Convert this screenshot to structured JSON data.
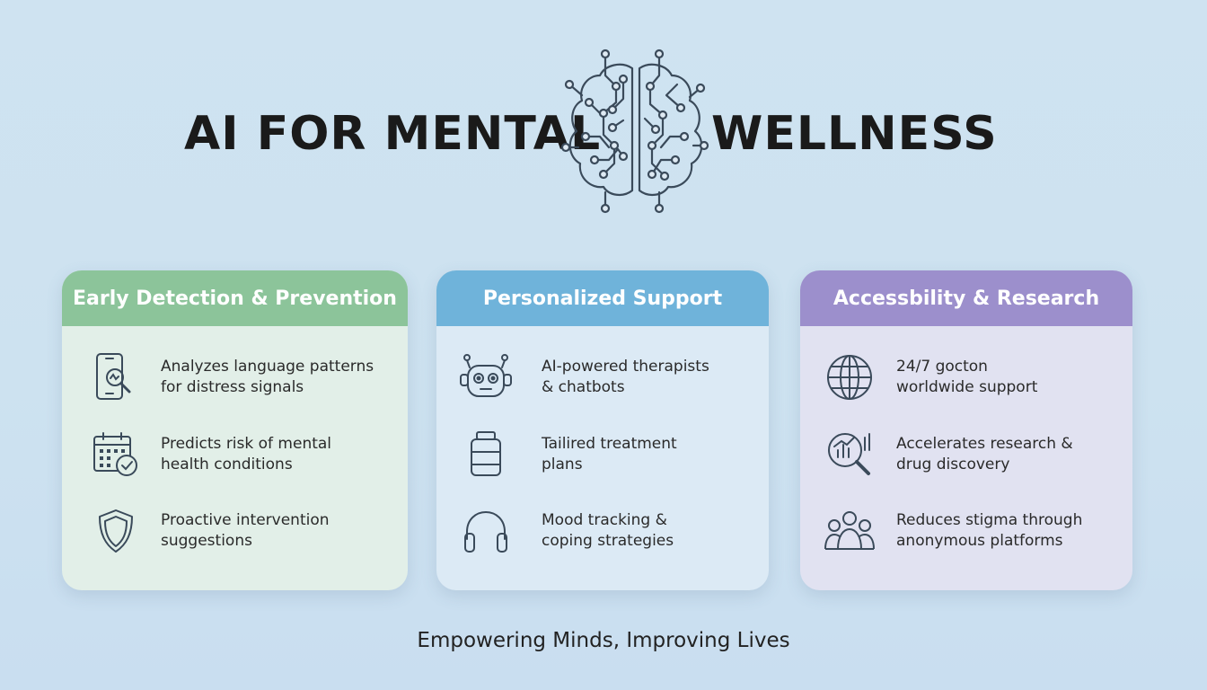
{
  "title": {
    "left": "AI FOR MENTAL",
    "right": "WELLNESS"
  },
  "cards": [
    {
      "header": "Early Detection & Prevention",
      "color": "#8cc49a",
      "items": [
        {
          "icon": "phone-search-icon",
          "text": "Analyzes language patterns\nfor distress signals"
        },
        {
          "icon": "calendar-check-icon",
          "text": "Predicts risk of mental\nhealth conditions"
        },
        {
          "icon": "shield-icon",
          "text": "Proactive intervention\nsuggestions"
        }
      ]
    },
    {
      "header": "Personalized Support",
      "color": "#6fb3da",
      "items": [
        {
          "icon": "robot-icon",
          "text": "AI-powered therapists\n& chatbots"
        },
        {
          "icon": "medicine-jar-icon",
          "text": "Tailired treatment\nplans"
        },
        {
          "icon": "headphones-icon",
          "text": "Mood tracking &\ncoping strategies"
        }
      ]
    },
    {
      "header": "Accessbility & Research",
      "color": "#9c8fcc",
      "items": [
        {
          "icon": "globe-icon",
          "text": "24/7 gocton\nworldwide support"
        },
        {
          "icon": "research-chart-icon",
          "text": "Accelerates research &\ndrug discovery"
        },
        {
          "icon": "people-group-icon",
          "text": "Reduces stigma through\nanonymous platforms"
        }
      ]
    }
  ],
  "tagline": "Empowering Minds, Improving Lives"
}
